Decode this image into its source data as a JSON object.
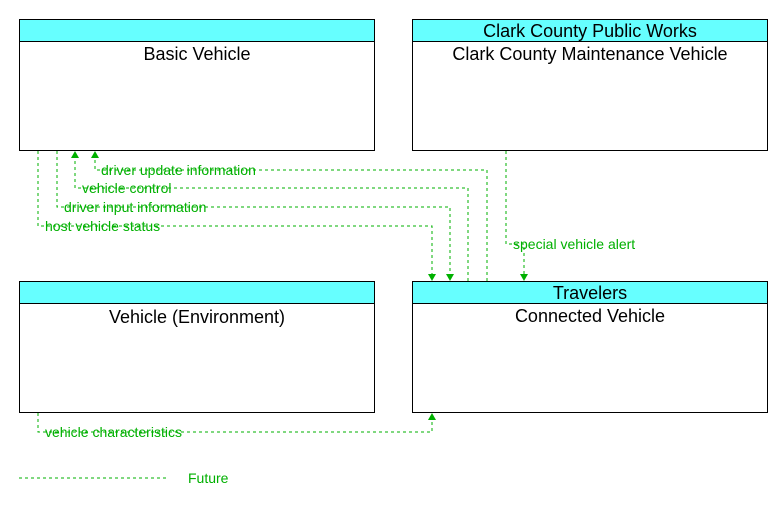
{
  "nodes": {
    "basic_vehicle": {
      "owner": "",
      "name": "Basic Vehicle"
    },
    "maintenance": {
      "owner": "Clark County Public Works",
      "name": "Clark County Maintenance Vehicle"
    },
    "environment": {
      "owner": "",
      "name": "Vehicle (Environment)"
    },
    "connected": {
      "owner": "Travelers",
      "name": "Connected Vehicle"
    }
  },
  "flows": {
    "driver_update": "driver update information",
    "vehicle_control": "vehicle control",
    "driver_input": "driver input information",
    "host_status": "host vehicle status",
    "special_alert": "special vehicle alert",
    "vehicle_char": "vehicle characteristics"
  },
  "legend": {
    "future": "Future"
  },
  "colors": {
    "header": "#66ffff",
    "flow": "#00b000"
  }
}
